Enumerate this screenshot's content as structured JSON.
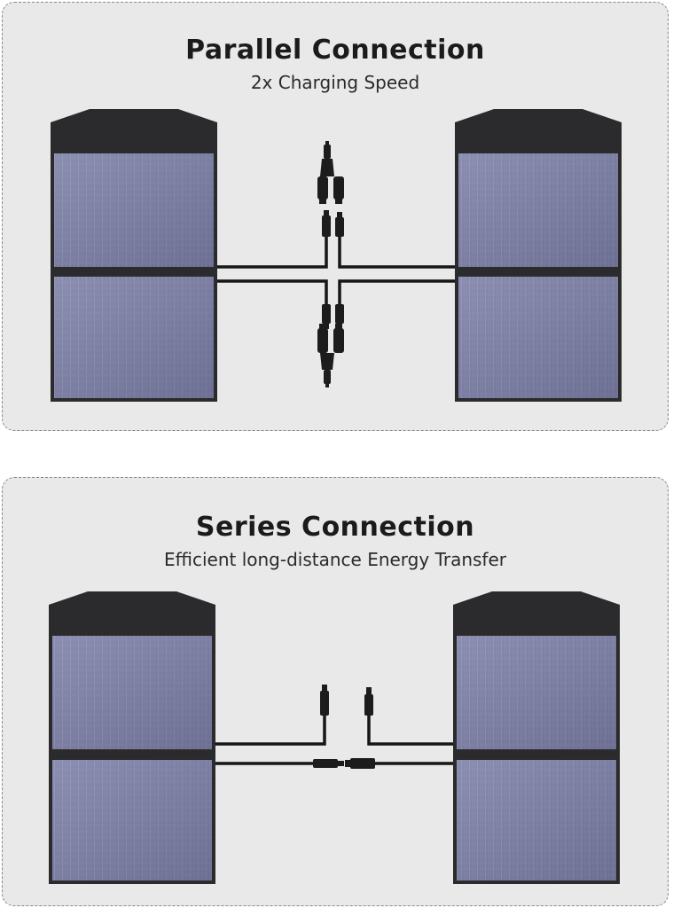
{
  "parallel": {
    "title": "Parallel Connection",
    "subtitle": "2x Charging Speed"
  },
  "series": {
    "title": "Series Connection",
    "subtitle": "Efficient long-distance Energy Transfer"
  },
  "colors": {
    "card_background": "#e9e9e9",
    "card_border": "#8a8a8a",
    "panel_frame": "#2b2b2d",
    "panel_cells": "#7f82a8",
    "cable": "#161616",
    "connector": "#1c1c1c"
  },
  "icons": {
    "solar_panel": "solar-panel-icon",
    "branch_connector": "y-branch-connector-icon",
    "mc4_connector": "mc4-connector-icon"
  }
}
